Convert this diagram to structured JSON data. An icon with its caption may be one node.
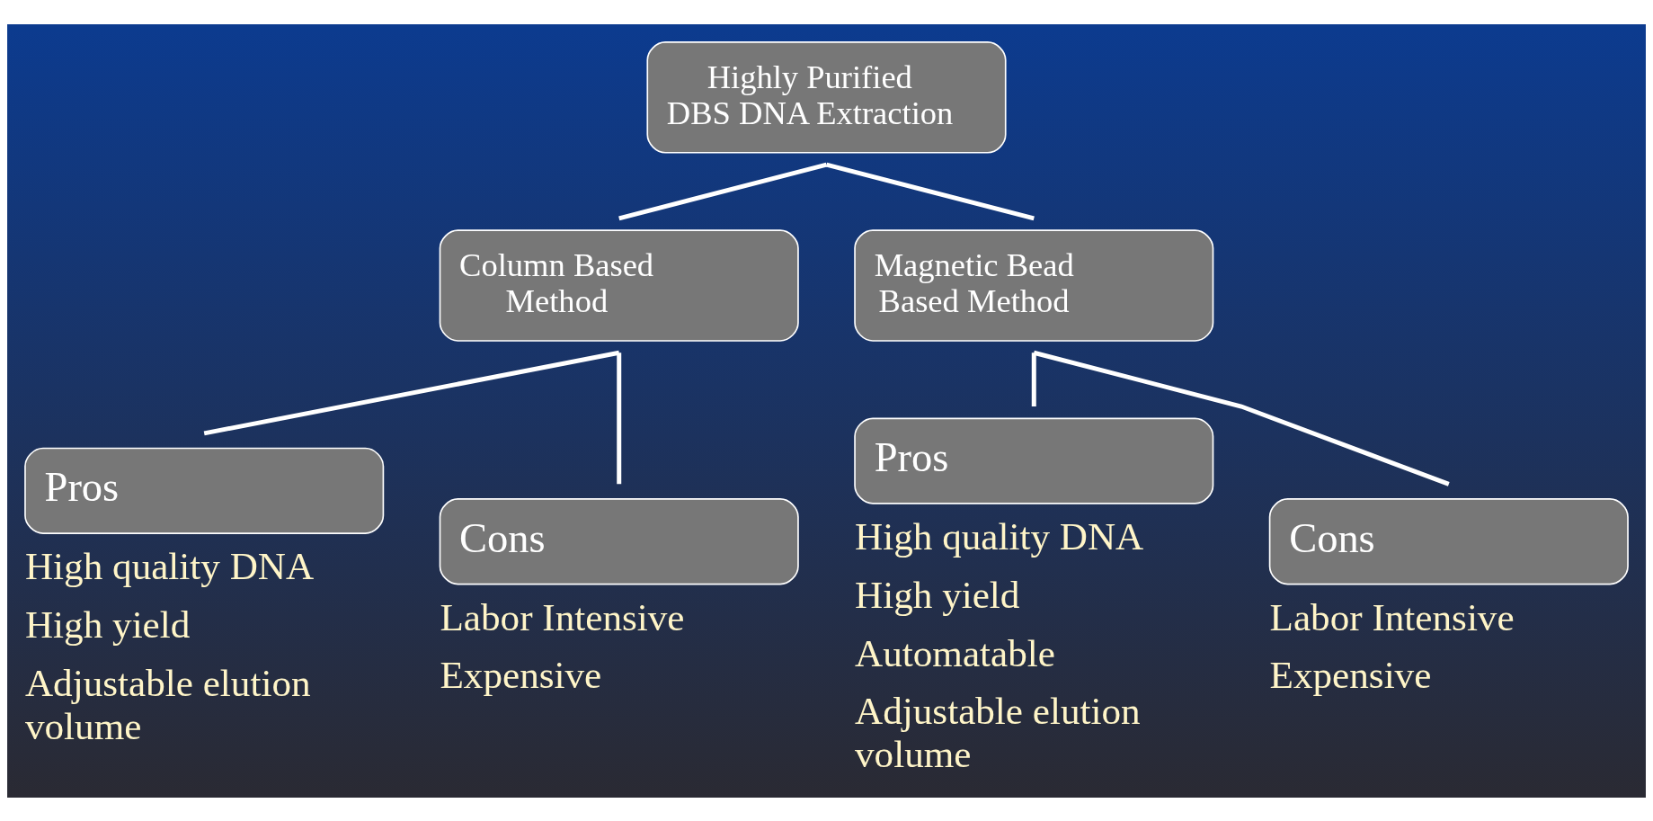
{
  "diagram": {
    "nodes": [
      {
        "text": [
          "Highly Purified DBS DNA Extraction"
        ]
      },
      {
        "text": [
          "Column Based Method"
        ]
      },
      {
        "text": [
          "Magnetic Bead Based Method"
        ]
      },
      {
        "text": [
          "Pros"
        ],
        "beside": [
          "High quality DNA",
          "High yield",
          "Adjustable elution volume"
        ]
      },
      {
        "text": [
          "Cons"
        ],
        "beside": [
          "Labor Intensive",
          "Expensive"
        ]
      },
      {
        "text": [
          "Pros"
        ],
        "beside": [
          "High quality DNA",
          "High yield",
          "Automatable",
          "Adjustable elution volume"
        ]
      },
      {
        "text": [
          "Cons"
        ],
        "beside": [
          "Labor Intensive",
          "Expensive"
        ]
      }
    ],
    "edges": [
      {
        "from": 0,
        "to": 1,
        "arrow": "none"
      },
      {
        "from": 0,
        "to": 2,
        "arrow": "none"
      },
      {
        "from": 1,
        "to": 3,
        "arrow": "none"
      },
      {
        "from": 1,
        "to": 4,
        "arrow": "none"
      },
      {
        "from": 2,
        "to": 5,
        "arrow": "none"
      },
      {
        "from": 2,
        "to": 6,
        "arrow": "none"
      }
    ]
  }
}
